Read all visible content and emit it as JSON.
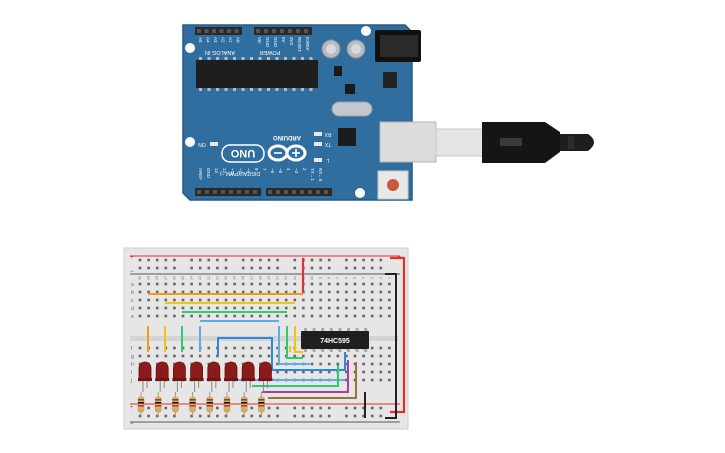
{
  "arduino": {
    "board_label": "UNO",
    "brand": "ARDUINO",
    "analog_header": "ANALOG IN",
    "power_header": "POWER",
    "digital_header": "DIGITAL (PWM ~)",
    "on_label": "ON",
    "tx_label": "TX",
    "rx_label": "RX",
    "l_label": "L",
    "analog_pins": [
      "A0",
      "A1",
      "A2",
      "A3",
      "A4",
      "A5"
    ],
    "power_pins": [
      "IOREF",
      "RESET",
      "3V3",
      "5V",
      "GND",
      "GND",
      "Vin"
    ],
    "digital_pins": [
      "AREF",
      "GND",
      "13",
      "12",
      "~11",
      "~10",
      "~9",
      "8",
      "7",
      "~6",
      "~5",
      "4",
      "~3",
      "2",
      "TX→1",
      "RX←0"
    ],
    "colors": {
      "board": "#2f6e9f",
      "board_edge": "#235a85",
      "header": "#2a2a2a"
    }
  },
  "breadboard": {
    "chip_label": "74HC595",
    "rail_plus": "+",
    "rail_minus": "−",
    "row_letters_top": [
      "a",
      "b",
      "c",
      "d",
      "e"
    ],
    "row_letters_bottom": [
      "f",
      "g",
      "h",
      "i",
      "j"
    ],
    "column_numbers": [
      "30",
      "29",
      "28",
      "27",
      "26",
      "25",
      "24",
      "23",
      "22",
      "21",
      "20",
      "19",
      "18",
      "17",
      "16",
      "15",
      "14",
      "13",
      "12",
      "11",
      "10",
      "9",
      "8",
      "7",
      "6",
      "5",
      "4",
      "3",
      "2",
      "1"
    ],
    "led_count": 8,
    "colors": {
      "board": "#e6e6e6",
      "led": "#8b1a1a",
      "wire_red": "#e03030",
      "wire_black": "#222222"
    }
  }
}
